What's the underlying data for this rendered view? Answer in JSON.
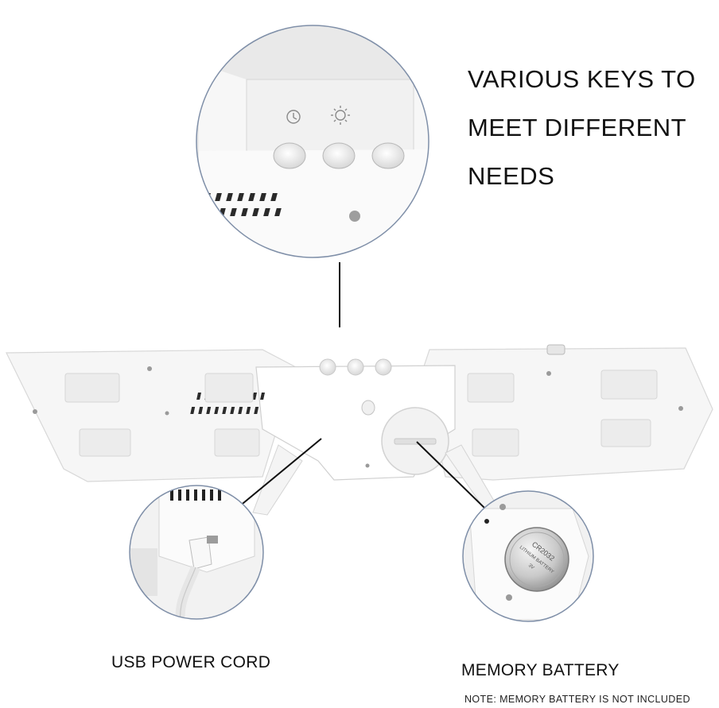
{
  "headline": {
    "line1": "VARIOUS KEYS TO",
    "line2": "MEET DIFFERENT",
    "line3": "NEEDS"
  },
  "captions": {
    "usb": "USB POWER CORD",
    "battery": "MEMORY BATTERY"
  },
  "note": "NOTE: MEMORY BATTERY IS NOT INCLUDED",
  "battery_print": {
    "model": "CR2032",
    "line2": "LITHIUM BATTERY",
    "voltage": "3V"
  },
  "colors": {
    "zoom_circle_border": "#7f8fa8",
    "pointer_line": "#111111",
    "product_body": "#f6f6f6"
  }
}
